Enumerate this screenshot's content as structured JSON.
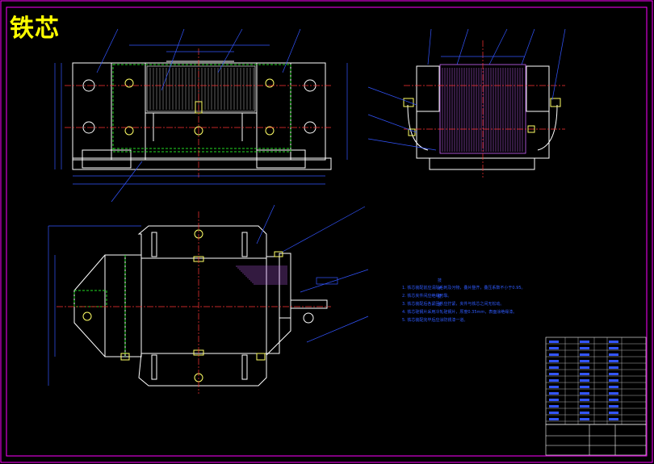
{
  "drawing": {
    "title": "铁芯",
    "colors": {
      "background": "#000000",
      "outline": "#ffffff",
      "frame": "#ff00ff",
      "dimension": "#3355ff",
      "centerline": "#ff3333",
      "hidden": "#22dd22",
      "bolt": "#ffff66",
      "coil": "#cc66ff",
      "title_text": "#ffff00"
    },
    "technical_requirements": {
      "heading": "技术要求",
      "lines": [
        "1. 铁芯装配前应清除毛刺及污物，叠片整齐，叠压系数不小于0.95。",
        "2. 铁芯夹件间应绝缘可靠。",
        "3. 铁芯装配后各紧固件应拧紧，夹件与铁芯之间无松动。",
        "4. 铁芯硅钢片采用冷轧硅钢片，厚度0.35mm，表面涂绝缘漆。",
        "5. 铁芯装配完毕后应涂防锈漆一道。"
      ]
    }
  }
}
